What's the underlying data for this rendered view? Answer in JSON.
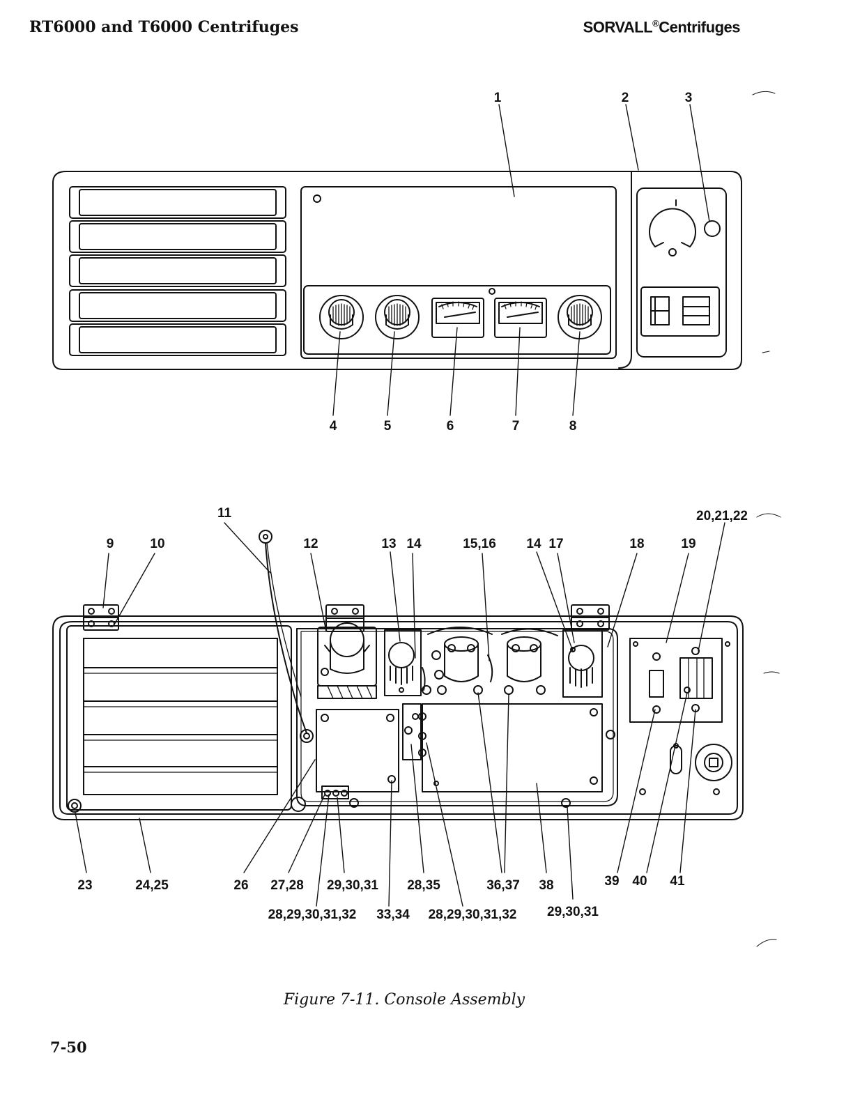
{
  "header": {
    "left_title": "RT6000 and T6000 Centrifuges",
    "right_brand": "SORVALL",
    "right_reg": "®",
    "right_suffix": "Centrifuges"
  },
  "figure": {
    "top_callouts": [
      "1",
      "2",
      "3",
      "4",
      "5",
      "6",
      "7",
      "8"
    ],
    "bottom_callouts": [
      "9",
      "10",
      "11",
      "12",
      "13",
      "14",
      "15,16",
      "14",
      "17",
      "18",
      "19",
      "20,21,22",
      "23",
      "24,25",
      "26",
      "27,28",
      "29,30,31",
      "28,35",
      "36,37",
      "38",
      "39",
      "40",
      "41",
      "28,29,30,31,32",
      "33,34",
      "28,29,30,31,32",
      "29,30,31"
    ]
  },
  "caption": "Figure 7-11.  Console Assembly",
  "page_number": "7-50"
}
